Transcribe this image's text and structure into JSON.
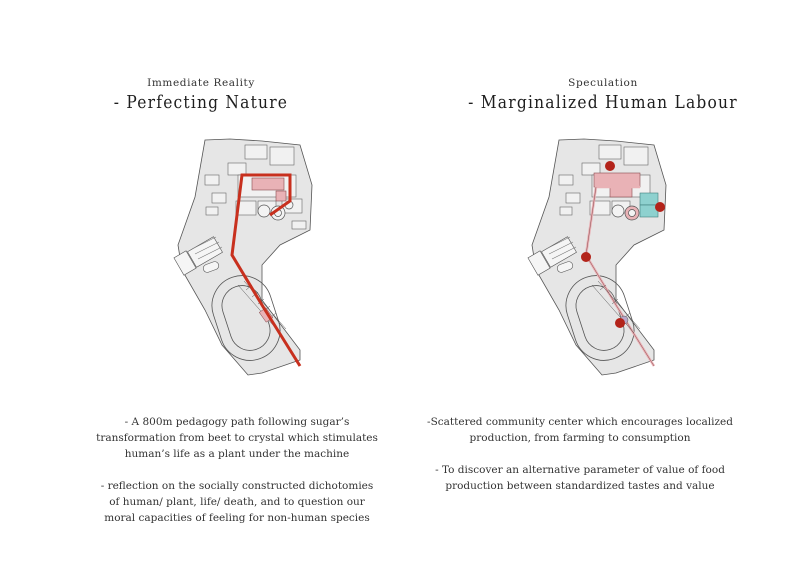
{
  "left": {
    "subtitle": "Immediate Reality",
    "title": "- Perfecting Nature",
    "paragraphs": [
      "- A 800m pedagogy path following sugar’s transformation from beet to crystal which stimulates human’s life as a plant under the machine",
      "- reflection on the socially constructed dichotomies of human/ plant, life/ death, and to question our moral capacities of feeling for non-human species"
    ]
  },
  "right": {
    "subtitle": "Speculation",
    "title": "- Marginalized Human Labour",
    "paragraphs": [
      "-Scattered community center which encourages localized production, from farming to consumption",
      "- To discover an alternative parameter of value of food production between standardized tastes and value"
    ]
  },
  "colors": {
    "path_red": "#c8301e",
    "marker_red": "#b3231a",
    "building_pink": "#e9b2b6",
    "tank_teal": "#8ed1cf",
    "site_fill": "#e6e6e6"
  }
}
